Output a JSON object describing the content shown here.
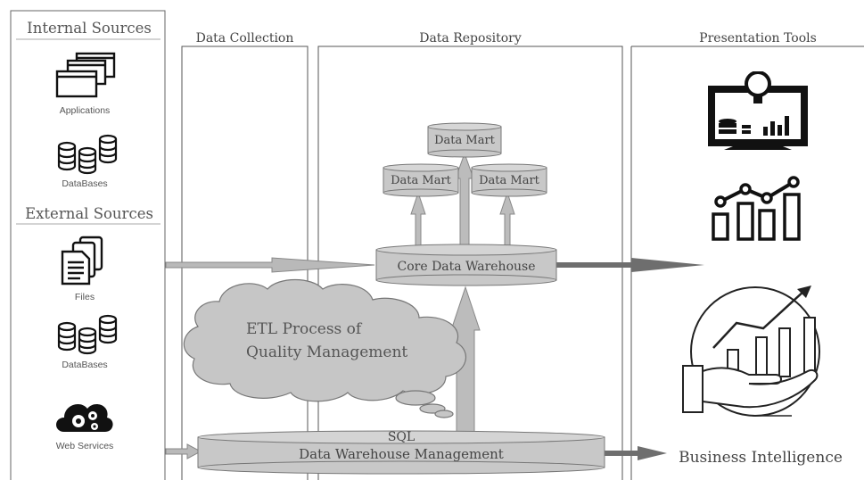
{
  "sources": {
    "internal_title": "Internal Sources",
    "external_title": "External Sources",
    "internal_items": [
      "Applications",
      "DataBases"
    ],
    "external_items": [
      "Files",
      "DataBases",
      "Web Services"
    ]
  },
  "columns": {
    "collection": "Data Collection",
    "repository": "Data Repository",
    "presentation": "Presentation Tools"
  },
  "repository": {
    "mart_top": "Data Mart",
    "mart_left": "Data Mart",
    "mart_right": "Data Mart",
    "core": "Core Data Warehouse"
  },
  "etl": {
    "line1": "ETL Process of",
    "line2": "Quality Management"
  },
  "sql": {
    "line1": "SQL",
    "line2": "Data Warehouse Management"
  },
  "presentation": {
    "bi_label": "Business Intelligence"
  },
  "icons": {
    "applications": "application-windows-icon",
    "databases": "database-stack-icon",
    "files": "file-stack-icon",
    "web_services": "cloud-gears-icon",
    "monitor": "monitor-lightbulb-chart-icon",
    "growth": "bar-chart-growth-icon",
    "bi": "hand-chart-growth-icon"
  },
  "colors": {
    "cylinder_fill": "#c8c8c8",
    "arrow_fill": "#b9b9b9",
    "dark_arrow": "#6e6e6e"
  }
}
